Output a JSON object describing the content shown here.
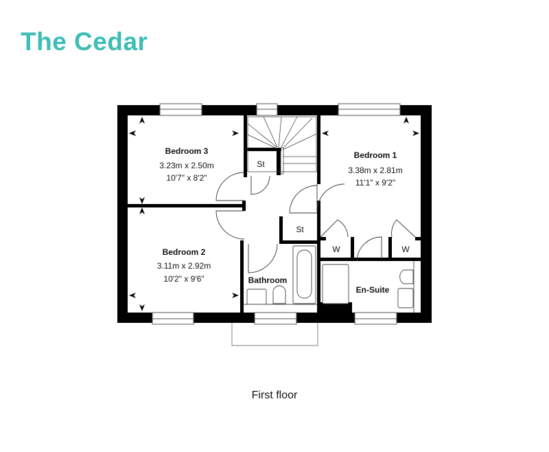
{
  "title": "The Cedar",
  "caption": "First floor",
  "colors": {
    "title": "#3dbdb5",
    "walls": "#000000"
  },
  "rooms": [
    {
      "name": "Bedroom 3",
      "metric": "3.23m x 2.50m",
      "imperial": "10'7\" x 8'2\""
    },
    {
      "name": "Bedroom 1",
      "metric": "3.38m x 2.81m",
      "imperial": "11'1\" x 9'2\""
    },
    {
      "name": "Bedroom 2",
      "metric": "3.11m x 2.92m",
      "imperial": "10'2\" x 9'6\""
    },
    {
      "name": "Bathroom"
    },
    {
      "name": "En-Suite"
    }
  ],
  "storage": [
    "St",
    "St",
    "W",
    "W"
  ]
}
